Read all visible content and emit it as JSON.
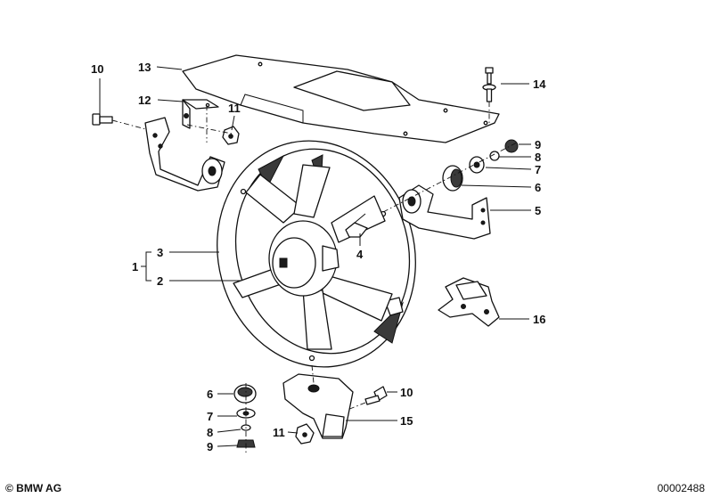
{
  "callouts": {
    "c1": "1",
    "c2": "2",
    "c3": "3",
    "c4": "4",
    "c5": "5",
    "c6a": "6",
    "c6b": "6",
    "c7a": "7",
    "c7b": "7",
    "c8a": "8",
    "c8b": "8",
    "c9a": "9",
    "c9b": "9",
    "c10a": "10",
    "c10b": "10",
    "c11a": "11",
    "c11b": "11",
    "c12": "12",
    "c13": "13",
    "c14": "14",
    "c15": "15",
    "c16": "16"
  },
  "footer": {
    "copyright": "© BMW AG",
    "doc_number": "00002488"
  }
}
